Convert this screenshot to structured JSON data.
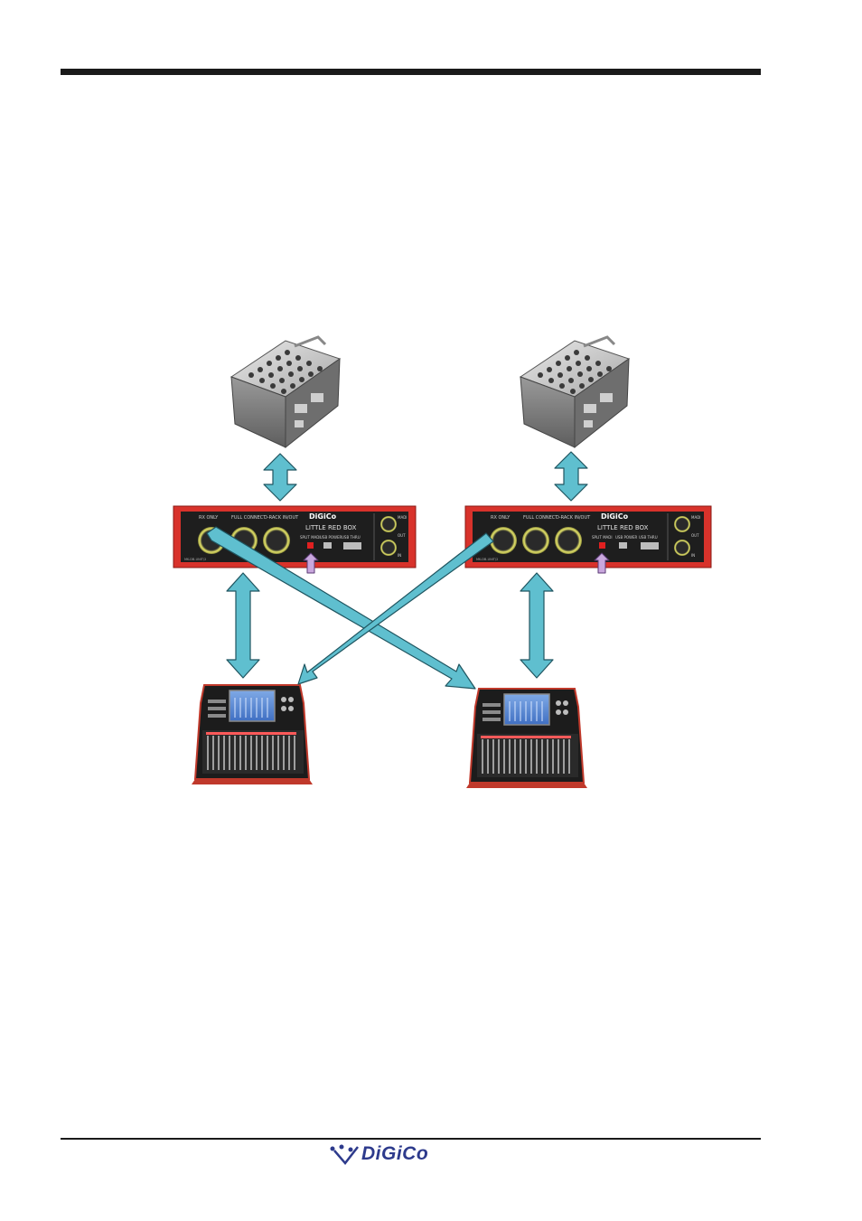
{
  "header": {
    "rule": "top-divider"
  },
  "diagram": {
    "stageboxes": [
      {
        "id": "stagebox-left",
        "icon": "stagebox-icon"
      },
      {
        "id": "stagebox-right",
        "icon": "stagebox-icon"
      }
    ],
    "little_red_boxes": [
      {
        "brand": "DiGiCo",
        "product": "LITTLE RED BOX",
        "port_labels": [
          "RX ONLY",
          "FULL CONNECT",
          "D-RACK IN/OUT"
        ],
        "split_label": "SPLIT MADI",
        "usb_power_label": "USB POWER",
        "usb_thru_label": "USB THRU",
        "bnc_labels": [
          "MADI",
          "OUT",
          "IN"
        ],
        "serial_label": "MK-DB-UNIT/2"
      },
      {
        "brand": "DiGiCo",
        "product": "LITTLE RED BOX",
        "port_labels": [
          "RX ONLY",
          "FULL CONNECT",
          "D-RACK IN/OUT"
        ],
        "split_label": "SPLIT MADI",
        "usb_power_label": "USB POWER",
        "usb_thru_label": "USB THRU",
        "bnc_labels": [
          "MADI",
          "OUT",
          "IN"
        ],
        "serial_label": "MK-DB-UNIT/2"
      }
    ],
    "consoles": [
      {
        "id": "console-left",
        "icon": "mixing-console-icon"
      },
      {
        "id": "console-right",
        "icon": "mixing-console-icon"
      }
    ],
    "arrow_color": "#5fbfcf",
    "highlight_arrow_color": "#c9a7dd",
    "box_color": "#d8322b"
  },
  "footer": {
    "logo_text": "DiGiCo",
    "logo_color": "#2d3a8c"
  }
}
